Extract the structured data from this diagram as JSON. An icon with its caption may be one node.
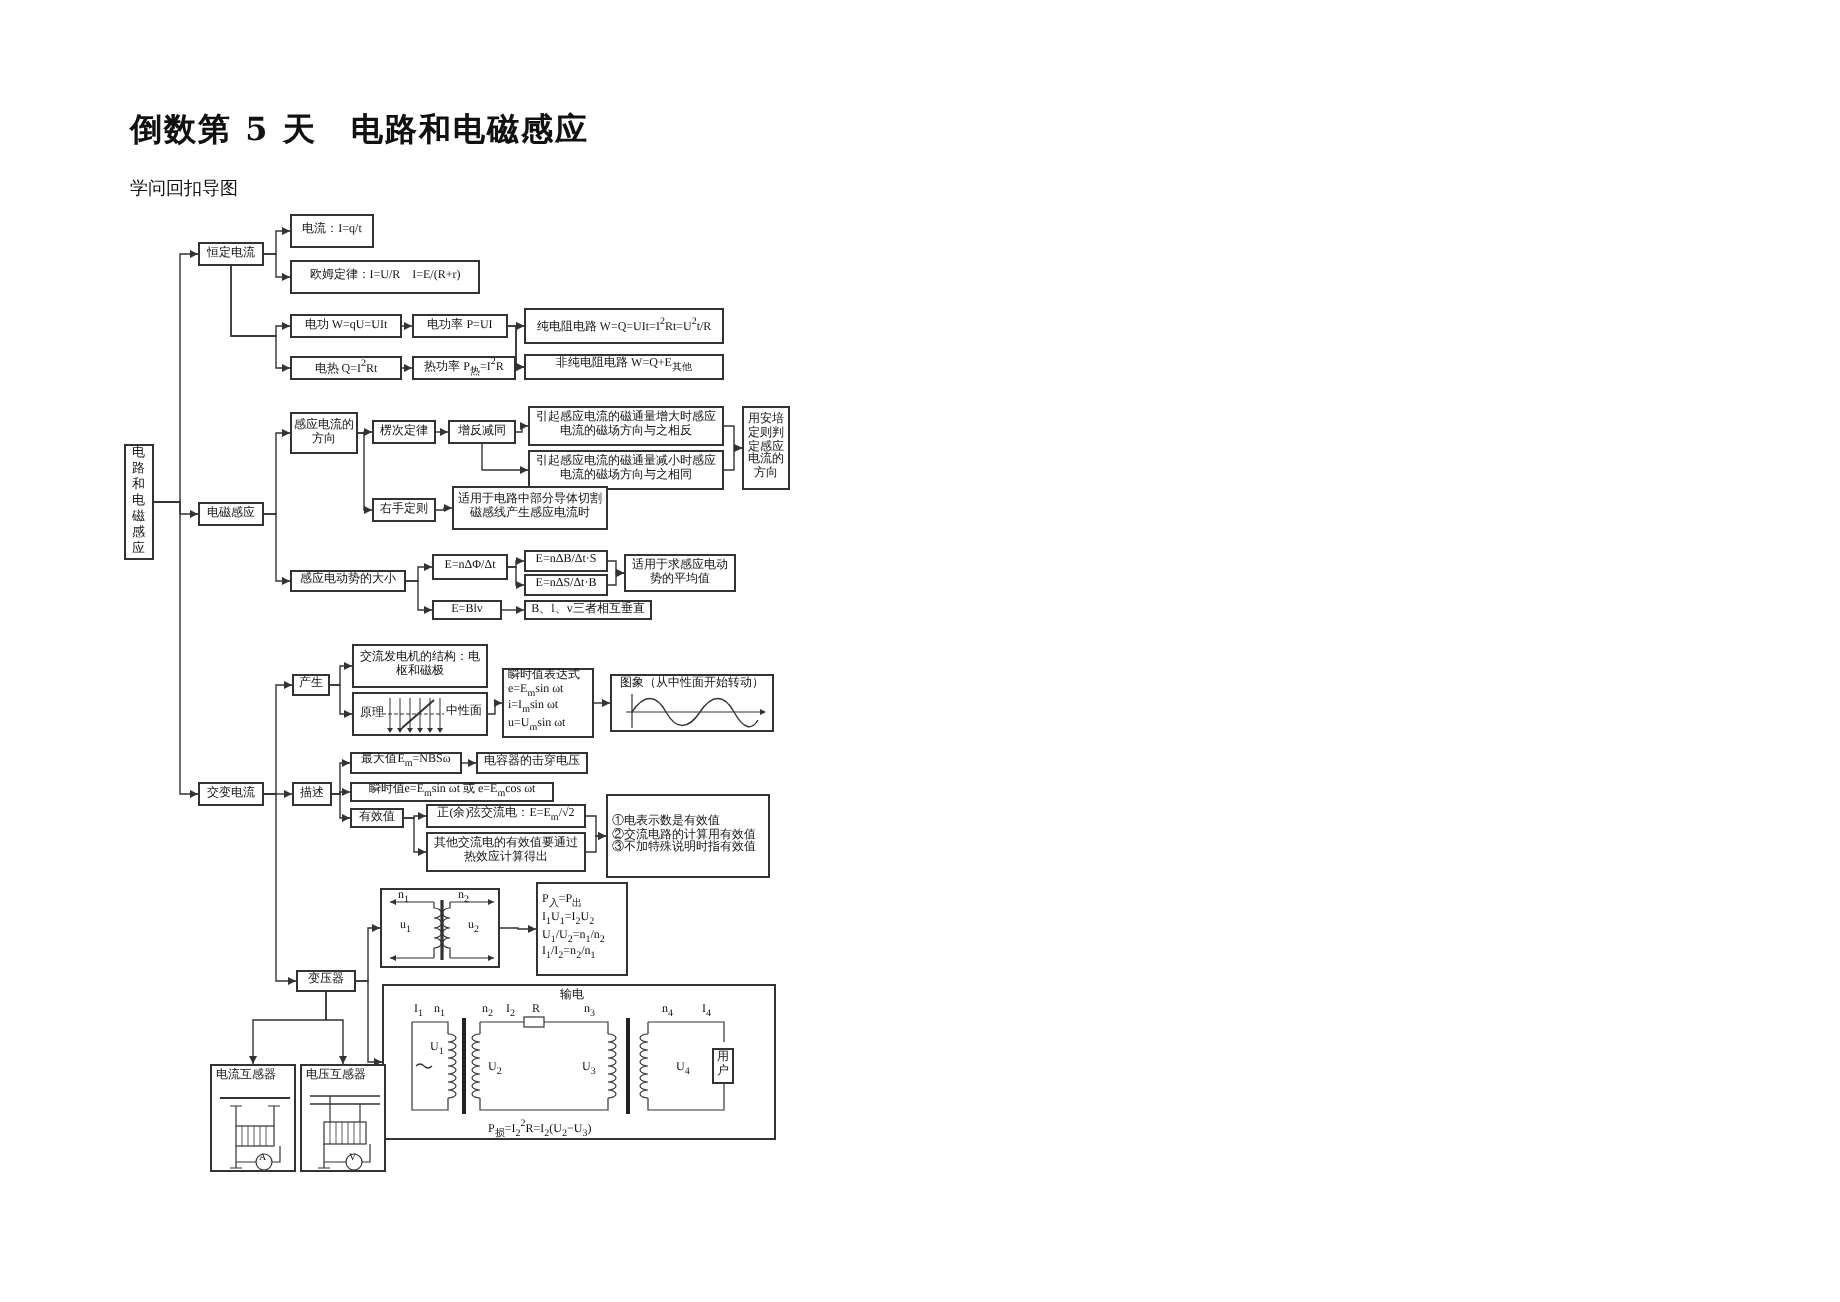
{
  "diagram": {
    "title": "倒数第 5 天　电路和电磁感应",
    "nodes": [
      {
        "text": [
          "电路和电磁感应"
        ]
      },
      {
        "text": [
          "恒定电流"
        ]
      },
      {
        "text": [
          "电流：I=q/t"
        ]
      },
      {
        "text": [
          "欧姆定律：I=U/R　I=E/(R+r)"
        ]
      },
      {
        "text": [
          "电功 W=qU=UIt"
        ]
      },
      {
        "text": [
          "电功率 P=UI"
        ]
      },
      {
        "text": [
          "纯电阻电路 W=Q=UIt=I$^{2}$Rt=U$^{2}$t/R"
        ]
      },
      {
        "text": [
          "电热 Q=I$^{2}$Rt"
        ]
      },
      {
        "text": [
          "热功率 P$_{热}$=I$^{2}$R"
        ]
      },
      {
        "text": [
          "非纯电阻电路 W=Q+E$_{其他}$"
        ]
      },
      {
        "text": [
          "电磁感应"
        ]
      },
      {
        "text": [
          "感应电流的方向"
        ]
      },
      {
        "text": [
          "楞次定律"
        ]
      },
      {
        "text": [
          "增反减同"
        ]
      },
      {
        "text": [
          "引起感应电流的磁通量增大时感应电流的磁场方向与之相反"
        ]
      },
      {
        "text": [
          "引起感应电流的磁通量减小时感应电流的磁场方向与之相同"
        ]
      },
      {
        "text": [
          "用安培定则判定感应电流的方向"
        ]
      },
      {
        "text": [
          "右手定则"
        ]
      },
      {
        "text": [
          "适用于电路中部分导体切割磁感线产生感应电流时"
        ]
      },
      {
        "text": [
          "感应电动势的大小"
        ]
      },
      {
        "text": [
          "E=nΔΦ/Δt"
        ]
      },
      {
        "text": [
          "E=nΔB/Δt·S"
        ]
      },
      {
        "text": [
          "E=nΔS/Δt·B"
        ]
      },
      {
        "text": [
          "适用于求感应电动势的平均值"
        ]
      },
      {
        "text": [
          "E=Blv"
        ]
      },
      {
        "text": [
          "B、l、v三者相互垂直"
        ]
      },
      {
        "text": [
          "交变电流"
        ]
      },
      {
        "text": [
          "产生"
        ]
      },
      {
        "text": [
          "交流发电机的结构：电枢和磁极"
        ]
      },
      {
        "text": [
          "原理",
          "中性面"
        ]
      },
      {
        "text": [
          "瞬时值表达式",
          "e=E$_{m}$sin ωt",
          "i=I$_{m}$sin ωt",
          "u=U$_{m}$sin ωt"
        ]
      },
      {
        "text": [
          "图象（从中性面开始转动）"
        ]
      },
      {
        "text": [
          "描述"
        ]
      },
      {
        "text": [
          "最大值E$_{m}$=NBSω"
        ]
      },
      {
        "text": [
          "电容器的击穿电压"
        ]
      },
      {
        "text": [
          "瞬时值e=E$_{m}$sin ωt 或 e=E$_{m}$cos ωt"
        ]
      },
      {
        "text": [
          "有效值"
        ]
      },
      {
        "text": [
          "正(余)弦交流电：E=E$_{m}$/√2"
        ]
      },
      {
        "text": [
          "其他交流电的有效值要通过热效应计算得出"
        ]
      },
      {
        "text": [
          "①电表示数是有效值",
          "②交流电路的计算用有效值",
          "③不加特殊说明时指有效值"
        ]
      },
      {
        "text": [
          "变压器"
        ]
      },
      {
        "text": [
          "n$_{1}$",
          "n$_{2}$",
          "u$_{1}$",
          "u$_{2}$"
        ]
      },
      {
        "text": [
          "P$_{入}$=P$_{出}$",
          "I$_{1}$U$_{1}$=I$_{2}$U$_{2}$",
          "U$_{1}$/U$_{2}$=n$_{1}$/n$_{2}$",
          "I$_{1}$/I$_{2}$=n$_{2}$/n$_{1}$"
        ]
      },
      {
        "text": [
          "输电",
          "I$_{1}$",
          "n$_{1}$",
          "U$_{1}$",
          "n$_{2}$",
          "I$_{2}$",
          "R",
          "n$_{3}$",
          "U$_{2}$",
          "U$_{3}$",
          "n$_{4}$",
          "I$_{4}$",
          "U$_{4}$",
          "用户",
          "P$_{损}$=I$_{2}$$^{2}$R=I$_{2}$(U$_{2}$−U$_{3}$)"
        ]
      },
      {
        "text": [
          "电流互感器",
          "A"
        ]
      },
      {
        "text": [
          "电压互感器",
          "V"
        ]
      }
    ],
    "edges": [
      {
        "from": 0,
        "to": 1,
        "arrow": "to"
      },
      {
        "from": 0,
        "to": 10,
        "arrow": "to"
      },
      {
        "from": 0,
        "to": 26,
        "arrow": "to"
      },
      {
        "from": 1,
        "to": 2,
        "arrow": "to"
      },
      {
        "from": 1,
        "to": 3,
        "arrow": "to"
      },
      {
        "from": 1,
        "to": 4,
        "arrow": "to"
      },
      {
        "from": 1,
        "to": 7,
        "arrow": "to"
      },
      {
        "from": 4,
        "to": 5,
        "arrow": "to"
      },
      {
        "from": 7,
        "to": 8,
        "arrow": "to"
      },
      {
        "from": 5,
        "to": 6,
        "arrow": "to"
      },
      {
        "from": 5,
        "to": 9,
        "arrow": "to"
      },
      {
        "from": 8,
        "to": 6,
        "arrow": "to"
      },
      {
        "from": 8,
        "to": 9,
        "arrow": "to"
      },
      {
        "from": 10,
        "to": 11,
        "arrow": "to"
      },
      {
        "from": 10,
        "to": 19,
        "arrow": "to"
      },
      {
        "from": 11,
        "to": 12,
        "arrow": "to"
      },
      {
        "from": 11,
        "to": 17,
        "arrow": "to"
      },
      {
        "from": 12,
        "to": 13,
        "arrow": "to"
      },
      {
        "from": 13,
        "to": 14,
        "arrow": "to"
      },
      {
        "from": 13,
        "to": 15,
        "arrow": "to"
      },
      {
        "from": 14,
        "to": 16,
        "arrow": "to"
      },
      {
        "from": 15,
        "to": 16,
        "arrow": "to"
      },
      {
        "from": 17,
        "to": 18,
        "arrow": "to"
      },
      {
        "from": 19,
        "to": 20,
        "arrow": "to"
      },
      {
        "from": 19,
        "to": 24,
        "arrow": "to"
      },
      {
        "from": 20,
        "to": 21,
        "arrow": "to"
      },
      {
        "from": 20,
        "to": 22,
        "arrow": "to"
      },
      {
        "from": 21,
        "to": 23,
        "arrow": "to"
      },
      {
        "from": 22,
        "to": 23,
        "arrow": "to"
      },
      {
        "from": 24,
        "to": 25,
        "arrow": "to"
      },
      {
        "from": 26,
        "to": 27,
        "arrow": "to"
      },
      {
        "from": 26,
        "to": 32,
        "arrow": "to"
      },
      {
        "from": 26,
        "to": 40,
        "arrow": "to"
      },
      {
        "from": 27,
        "to": 28,
        "arrow": "to"
      },
      {
        "from": 27,
        "to": 29,
        "arrow": "to"
      },
      {
        "from": 29,
        "to": 30,
        "arrow": "to"
      },
      {
        "from": 30,
        "to": 31,
        "arrow": "to"
      },
      {
        "from": 32,
        "to": 33,
        "arrow": "to"
      },
      {
        "from": 32,
        "to": 35,
        "arrow": "to"
      },
      {
        "from": 32,
        "to": 36,
        "arrow": "to"
      },
      {
        "from": 33,
        "to": 34,
        "arrow": "to"
      },
      {
        "from": 36,
        "to": 37,
        "arrow": "to"
      },
      {
        "from": 36,
        "to": 38,
        "arrow": "to"
      },
      {
        "from": 37,
        "to": 39,
        "arrow": "to"
      },
      {
        "from": 38,
        "to": 39,
        "arrow": "to"
      },
      {
        "from": 40,
        "to": 41,
        "arrow": "to"
      },
      {
        "from": 40,
        "to": 43,
        "arrow": "to"
      },
      {
        "from": 41,
        "to": 42,
        "arrow": "to"
      },
      {
        "from": 40,
        "to": 44,
        "arrow": "to"
      },
      {
        "from": 40,
        "to": 45,
        "arrow": "to"
      }
    ],
    "labels": [
      "学问回扣导图"
    ]
  }
}
